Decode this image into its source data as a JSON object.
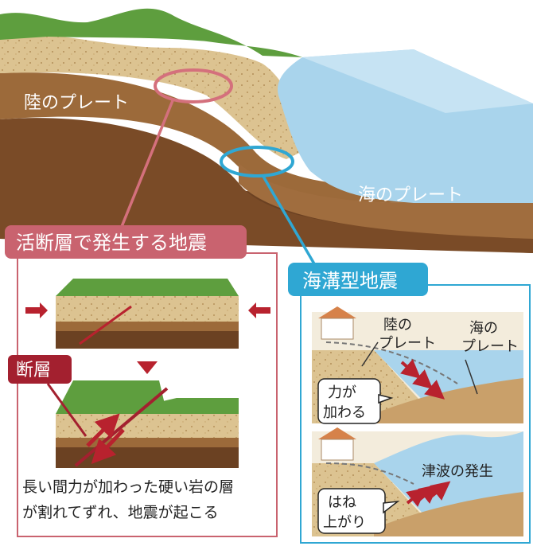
{
  "main_block": {
    "land_plate_label": "陸のプレート",
    "ocean_plate_label": "海のプレート"
  },
  "active_fault": {
    "title": "活断層で発生する地震",
    "fault_label": "断層",
    "caption_line1": "長い間力が加わった硬い岩の層",
    "caption_line2": "が割れてずれ、地震が起こる",
    "title_bg": "#c9636f",
    "border_color": "#c9636f",
    "fault_label_bg": "#a3202f"
  },
  "trench": {
    "title": "海溝型地震",
    "title_bg": "#2fa7d3",
    "border_color": "#2fa7d3",
    "land_plate_line1": "陸の",
    "land_plate_line2": "プレート",
    "ocean_plate_line1": "海の",
    "ocean_plate_line2": "プレート",
    "force_line1": "力が",
    "force_line2": "加わる",
    "rise_line1": "はね",
    "rise_line2": "上がり",
    "tsunami": "津波の発生"
  },
  "colors": {
    "ground_green": "#5e9e3e",
    "sand": "#dcc391",
    "mid_brown": "#9c6a3a",
    "dark_brown": "#6b4122",
    "sea": "#a9d4ec",
    "arrow_red": "#b8222e"
  }
}
